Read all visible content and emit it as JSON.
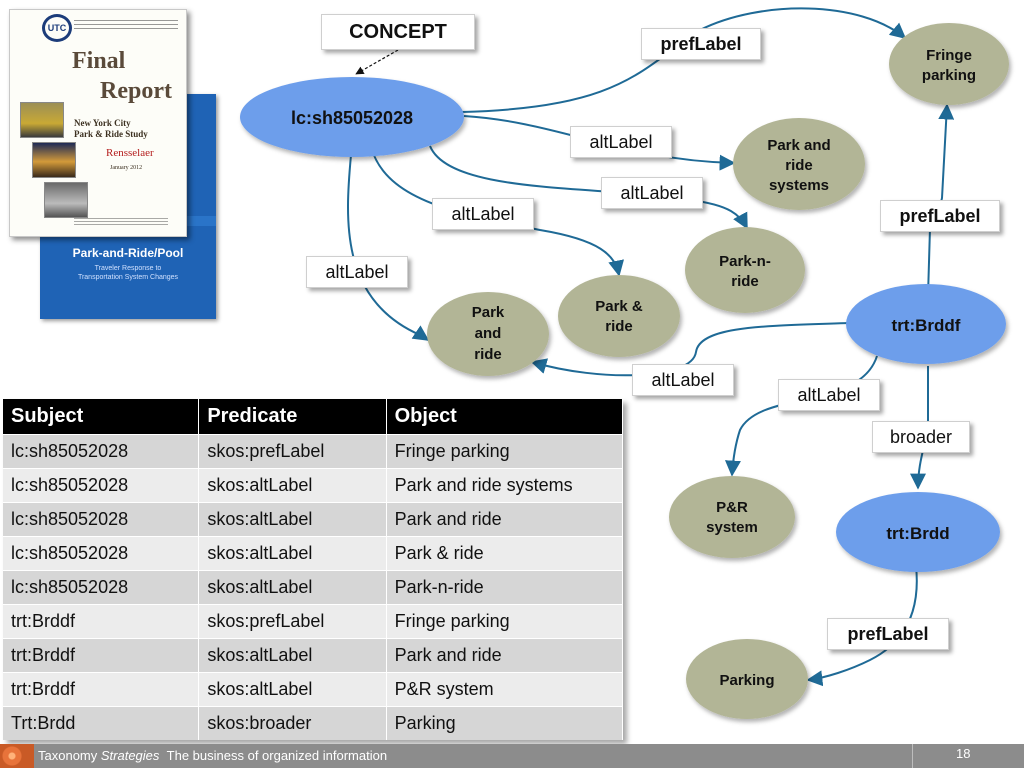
{
  "report_front": {
    "logo_letter": "UTC",
    "title_line1": "Final",
    "title_line2": "Report",
    "study_line1": "New York City",
    "study_line2": "Park & Ride Study",
    "institution": "Rensselaer",
    "date": "January 2012"
  },
  "report_back": {
    "title": "Park-and-Ride/Pool",
    "subtitle_line1": "Traveler Response to",
    "subtitle_line2": "Transportation System Changes"
  },
  "nodes": {
    "concept_box": "CONCEPT",
    "lc_main": "lc:sh85052028",
    "fringe_parking": [
      "Fringe",
      "parking"
    ],
    "park_ride_systems": [
      "Park and",
      "ride",
      "systems"
    ],
    "park_n_ride": [
      "Park-n-",
      "ride"
    ],
    "park_amp_ride": [
      "Park &",
      "ride"
    ],
    "park_and_ride": [
      "Park",
      "and",
      "ride"
    ],
    "trt_brddf": "trt:Brddf",
    "pr_system": [
      "P&R",
      "system"
    ],
    "trt_brdd": "trt:Brdd",
    "parking": "Parking"
  },
  "edge_labels": {
    "preflabel_lc": "prefLabel",
    "altlabel_systems": "altLabel",
    "altlabel_n_ride": "altLabel",
    "altlabel_amp_ride": "altLabel",
    "altlabel_and_ride": "altLabel",
    "preflabel_brddf": "prefLabel",
    "altlabel_brddf_and_ride": "altLabel",
    "altlabel_brddf_pr": "altLabel",
    "broader": "broader",
    "preflabel_brdd": "prefLabel"
  },
  "colors": {
    "blue_node": "#6d9eeb",
    "olive_node": "#b2b596",
    "arrow": "#1f6a96"
  },
  "table": {
    "headers": [
      "Subject",
      "Predicate",
      "Object"
    ],
    "rows": [
      [
        "lc:sh85052028",
        "skos:prefLabel",
        "Fringe parking"
      ],
      [
        "lc:sh85052028",
        "skos:altLabel",
        "Park and ride systems"
      ],
      [
        "lc:sh85052028",
        "skos:altLabel",
        "Park and ride"
      ],
      [
        "lc:sh85052028",
        "skos:altLabel",
        "Park & ride"
      ],
      [
        "lc:sh85052028",
        "skos:altLabel",
        "Park-n-ride"
      ],
      [
        "trt:Brddf",
        "skos:prefLabel",
        "Fringe parking"
      ],
      [
        "trt:Brddf",
        "skos:altLabel",
        "Park and ride"
      ],
      [
        "trt:Brddf",
        "skos:altLabel",
        "P&R system"
      ],
      [
        "Trt:Brdd",
        "skos:broader",
        "Parking"
      ]
    ]
  },
  "footer": {
    "brand_prefix": "Taxonomy",
    "brand_italic": "Strategies",
    "tagline": "The business of organized information",
    "page_number": "18"
  }
}
